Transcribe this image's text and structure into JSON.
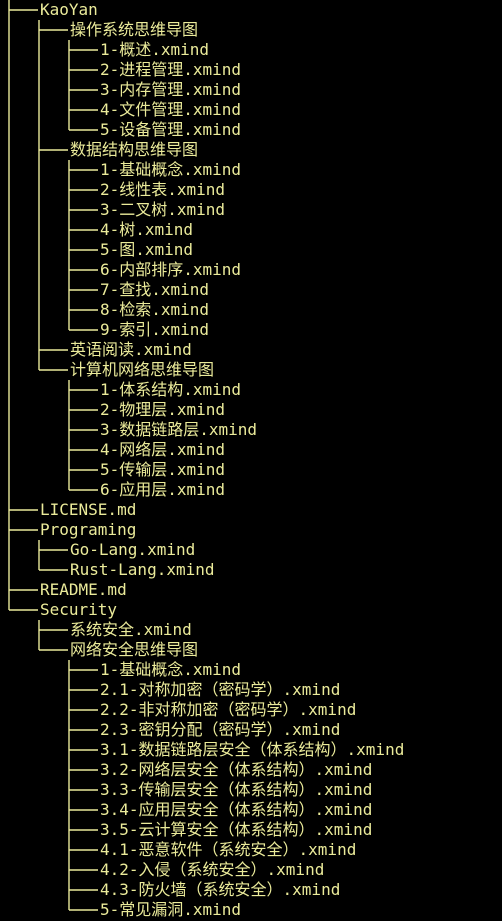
{
  "terminal": {
    "fg_color": "#ebeb9a",
    "bg_color": "#000000"
  },
  "tree": [
    {
      "depth": 0,
      "name": "KaoYan",
      "last": false
    },
    {
      "depth": 1,
      "name": "操作系统思维导图",
      "last": false
    },
    {
      "depth": 2,
      "name": "1-概述.xmind",
      "last": false
    },
    {
      "depth": 2,
      "name": "2-进程管理.xmind",
      "last": false
    },
    {
      "depth": 2,
      "name": "3-内存管理.xmind",
      "last": false
    },
    {
      "depth": 2,
      "name": "4-文件管理.xmind",
      "last": false
    },
    {
      "depth": 2,
      "name": "5-设备管理.xmind",
      "last": true
    },
    {
      "depth": 1,
      "name": "数据结构思维导图",
      "last": false
    },
    {
      "depth": 2,
      "name": "1-基础概念.xmind",
      "last": false
    },
    {
      "depth": 2,
      "name": "2-线性表.xmind",
      "last": false
    },
    {
      "depth": 2,
      "name": "3-二叉树.xmind",
      "last": false
    },
    {
      "depth": 2,
      "name": "4-树.xmind",
      "last": false
    },
    {
      "depth": 2,
      "name": "5-图.xmind",
      "last": false
    },
    {
      "depth": 2,
      "name": "6-内部排序.xmind",
      "last": false
    },
    {
      "depth": 2,
      "name": "7-查找.xmind",
      "last": false
    },
    {
      "depth": 2,
      "name": "8-检索.xmind",
      "last": false
    },
    {
      "depth": 2,
      "name": "9-索引.xmind",
      "last": true
    },
    {
      "depth": 1,
      "name": "英语阅读.xmind",
      "last": false
    },
    {
      "depth": 1,
      "name": "计算机网络思维导图",
      "last": true
    },
    {
      "depth": 2,
      "name": "1-体系结构.xmind",
      "last": false
    },
    {
      "depth": 2,
      "name": "2-物理层.xmind",
      "last": false
    },
    {
      "depth": 2,
      "name": "3-数据链路层.xmind",
      "last": false
    },
    {
      "depth": 2,
      "name": "4-网络层.xmind",
      "last": false
    },
    {
      "depth": 2,
      "name": "5-传输层.xmind",
      "last": false
    },
    {
      "depth": 2,
      "name": "6-应用层.xmind",
      "last": true
    },
    {
      "depth": 0,
      "name": "LICENSE.md",
      "last": false
    },
    {
      "depth": 0,
      "name": "Programing",
      "last": false
    },
    {
      "depth": 1,
      "name": "Go-Lang.xmind",
      "last": false
    },
    {
      "depth": 1,
      "name": "Rust-Lang.xmind",
      "last": true
    },
    {
      "depth": 0,
      "name": "README.md",
      "last": false
    },
    {
      "depth": 0,
      "name": "Security",
      "last": true
    },
    {
      "depth": 1,
      "name": "系统安全.xmind",
      "last": false
    },
    {
      "depth": 1,
      "name": "网络安全思维导图",
      "last": true
    },
    {
      "depth": 2,
      "name": "1-基础概念.xmind",
      "last": false
    },
    {
      "depth": 2,
      "name": "2.1-对称加密（密码学）.xmind",
      "last": false
    },
    {
      "depth": 2,
      "name": "2.2-非对称加密（密码学）.xmind",
      "last": false
    },
    {
      "depth": 2,
      "name": "2.3-密钥分配（密码学）.xmind",
      "last": false
    },
    {
      "depth": 2,
      "name": "3.1-数据链路层安全（体系结构）.xmind",
      "last": false
    },
    {
      "depth": 2,
      "name": "3.2-网络层安全（体系结构）.xmind",
      "last": false
    },
    {
      "depth": 2,
      "name": "3.3-传输层安全（体系结构）.xmind",
      "last": false
    },
    {
      "depth": 2,
      "name": "3.4-应用层安全（体系结构）.xmind",
      "last": false
    },
    {
      "depth": 2,
      "name": "3.5-云计算安全（体系结构）.xmind",
      "last": false
    },
    {
      "depth": 2,
      "name": "4.1-恶意软件（系统安全）.xmind",
      "last": false
    },
    {
      "depth": 2,
      "name": "4.2-入侵（系统安全）.xmind",
      "last": false
    },
    {
      "depth": 2,
      "name": "4.3-防火墙（系统安全）.xmind",
      "last": false
    },
    {
      "depth": 2,
      "name": "5-常见漏洞.xmind",
      "last": true
    }
  ]
}
